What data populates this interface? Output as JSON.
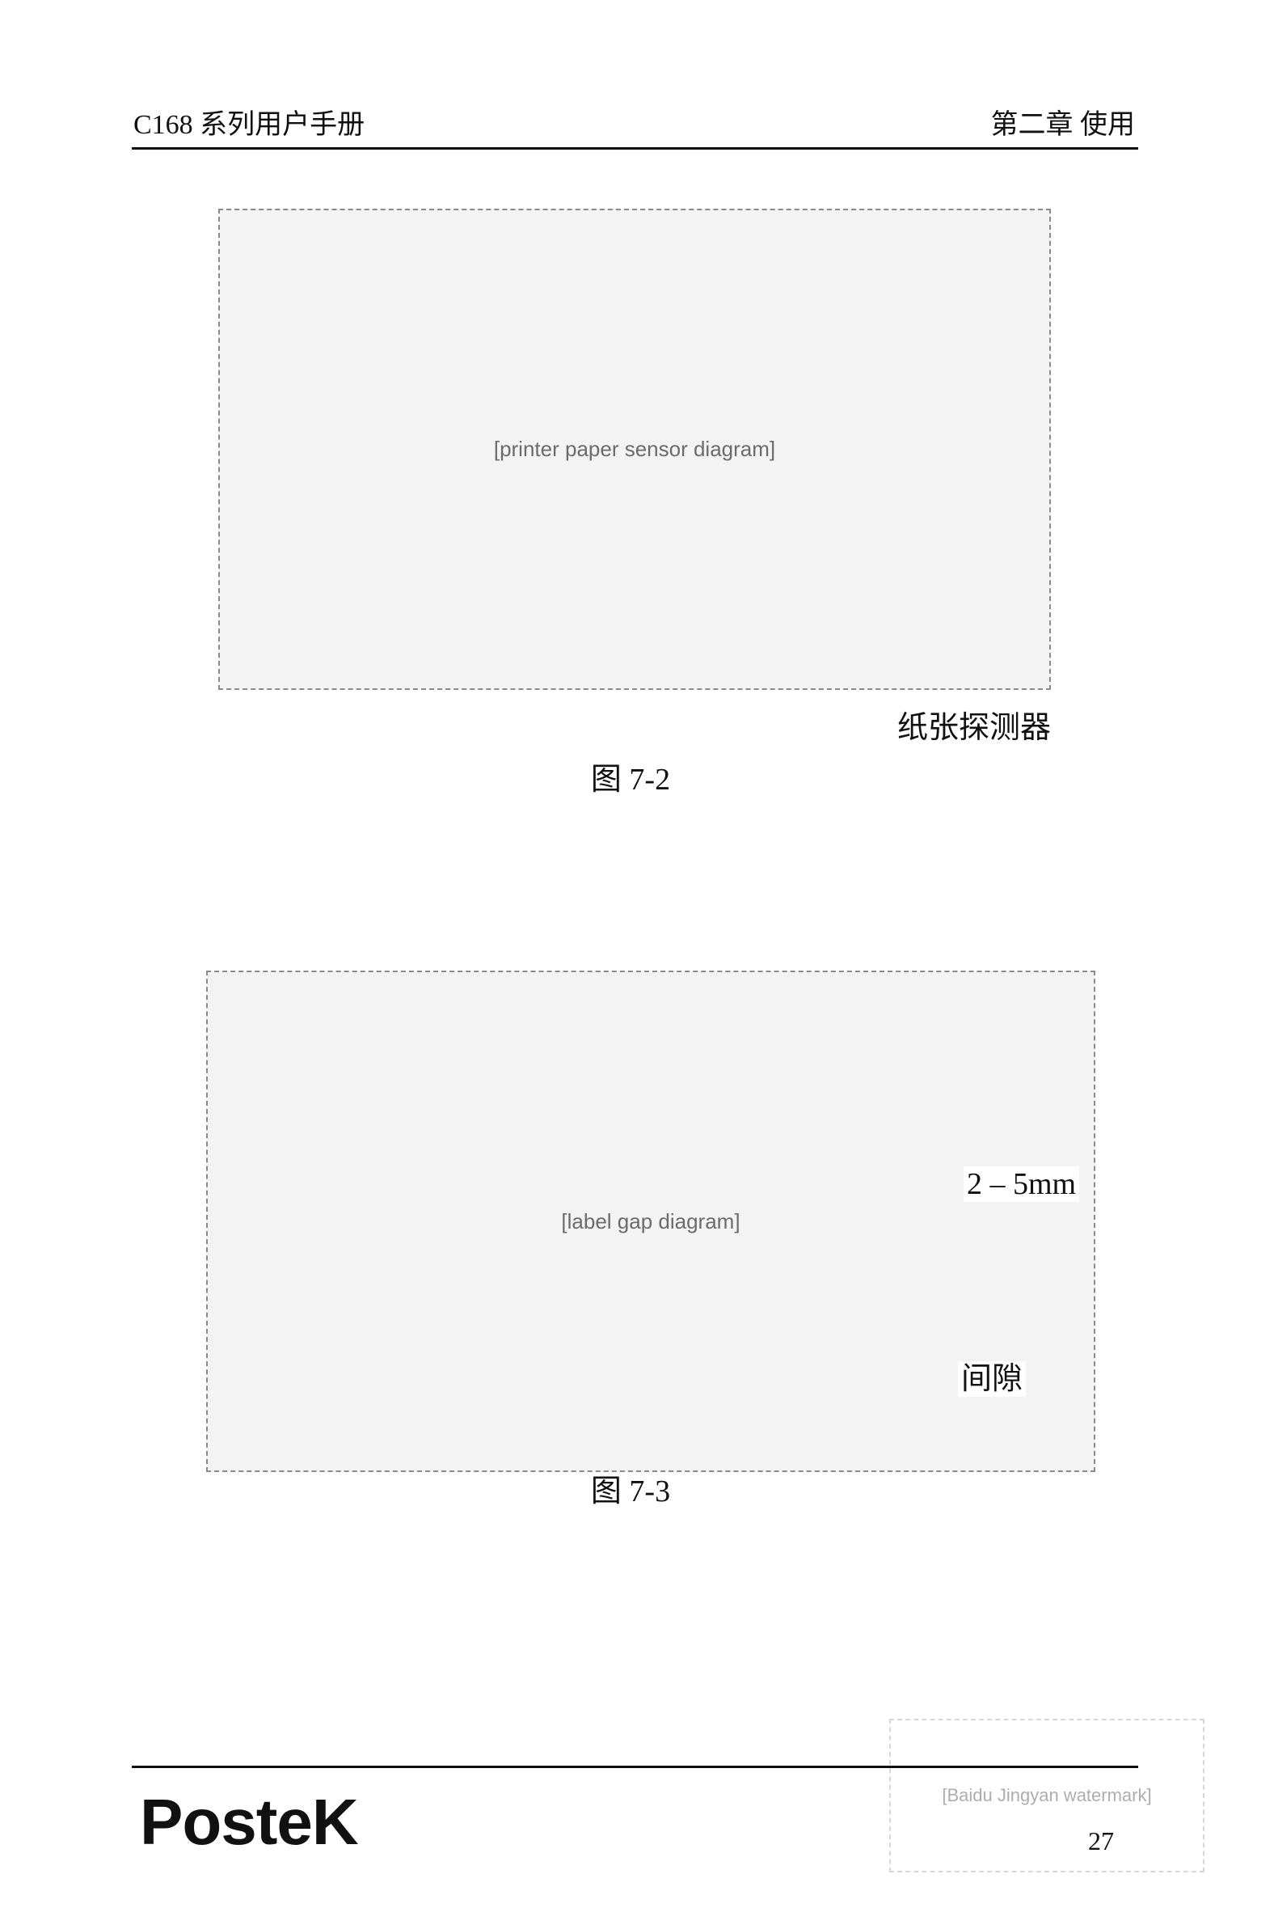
{
  "header": {
    "left": "C168 系列用户手册",
    "right": "第二章  使用"
  },
  "figure_7_2": {
    "placeholder": "[printer paper sensor diagram]",
    "callout": "纸张探测器",
    "caption": "图 7-2"
  },
  "figure_7_3": {
    "placeholder": "[label gap diagram]",
    "dimension": "2 – 5mm",
    "callout": "间隙",
    "caption": "图 7-3"
  },
  "footer": {
    "logo": "PosteK",
    "page_number": "27"
  },
  "watermark": {
    "placeholder": "[Baidu Jingyan watermark]"
  }
}
